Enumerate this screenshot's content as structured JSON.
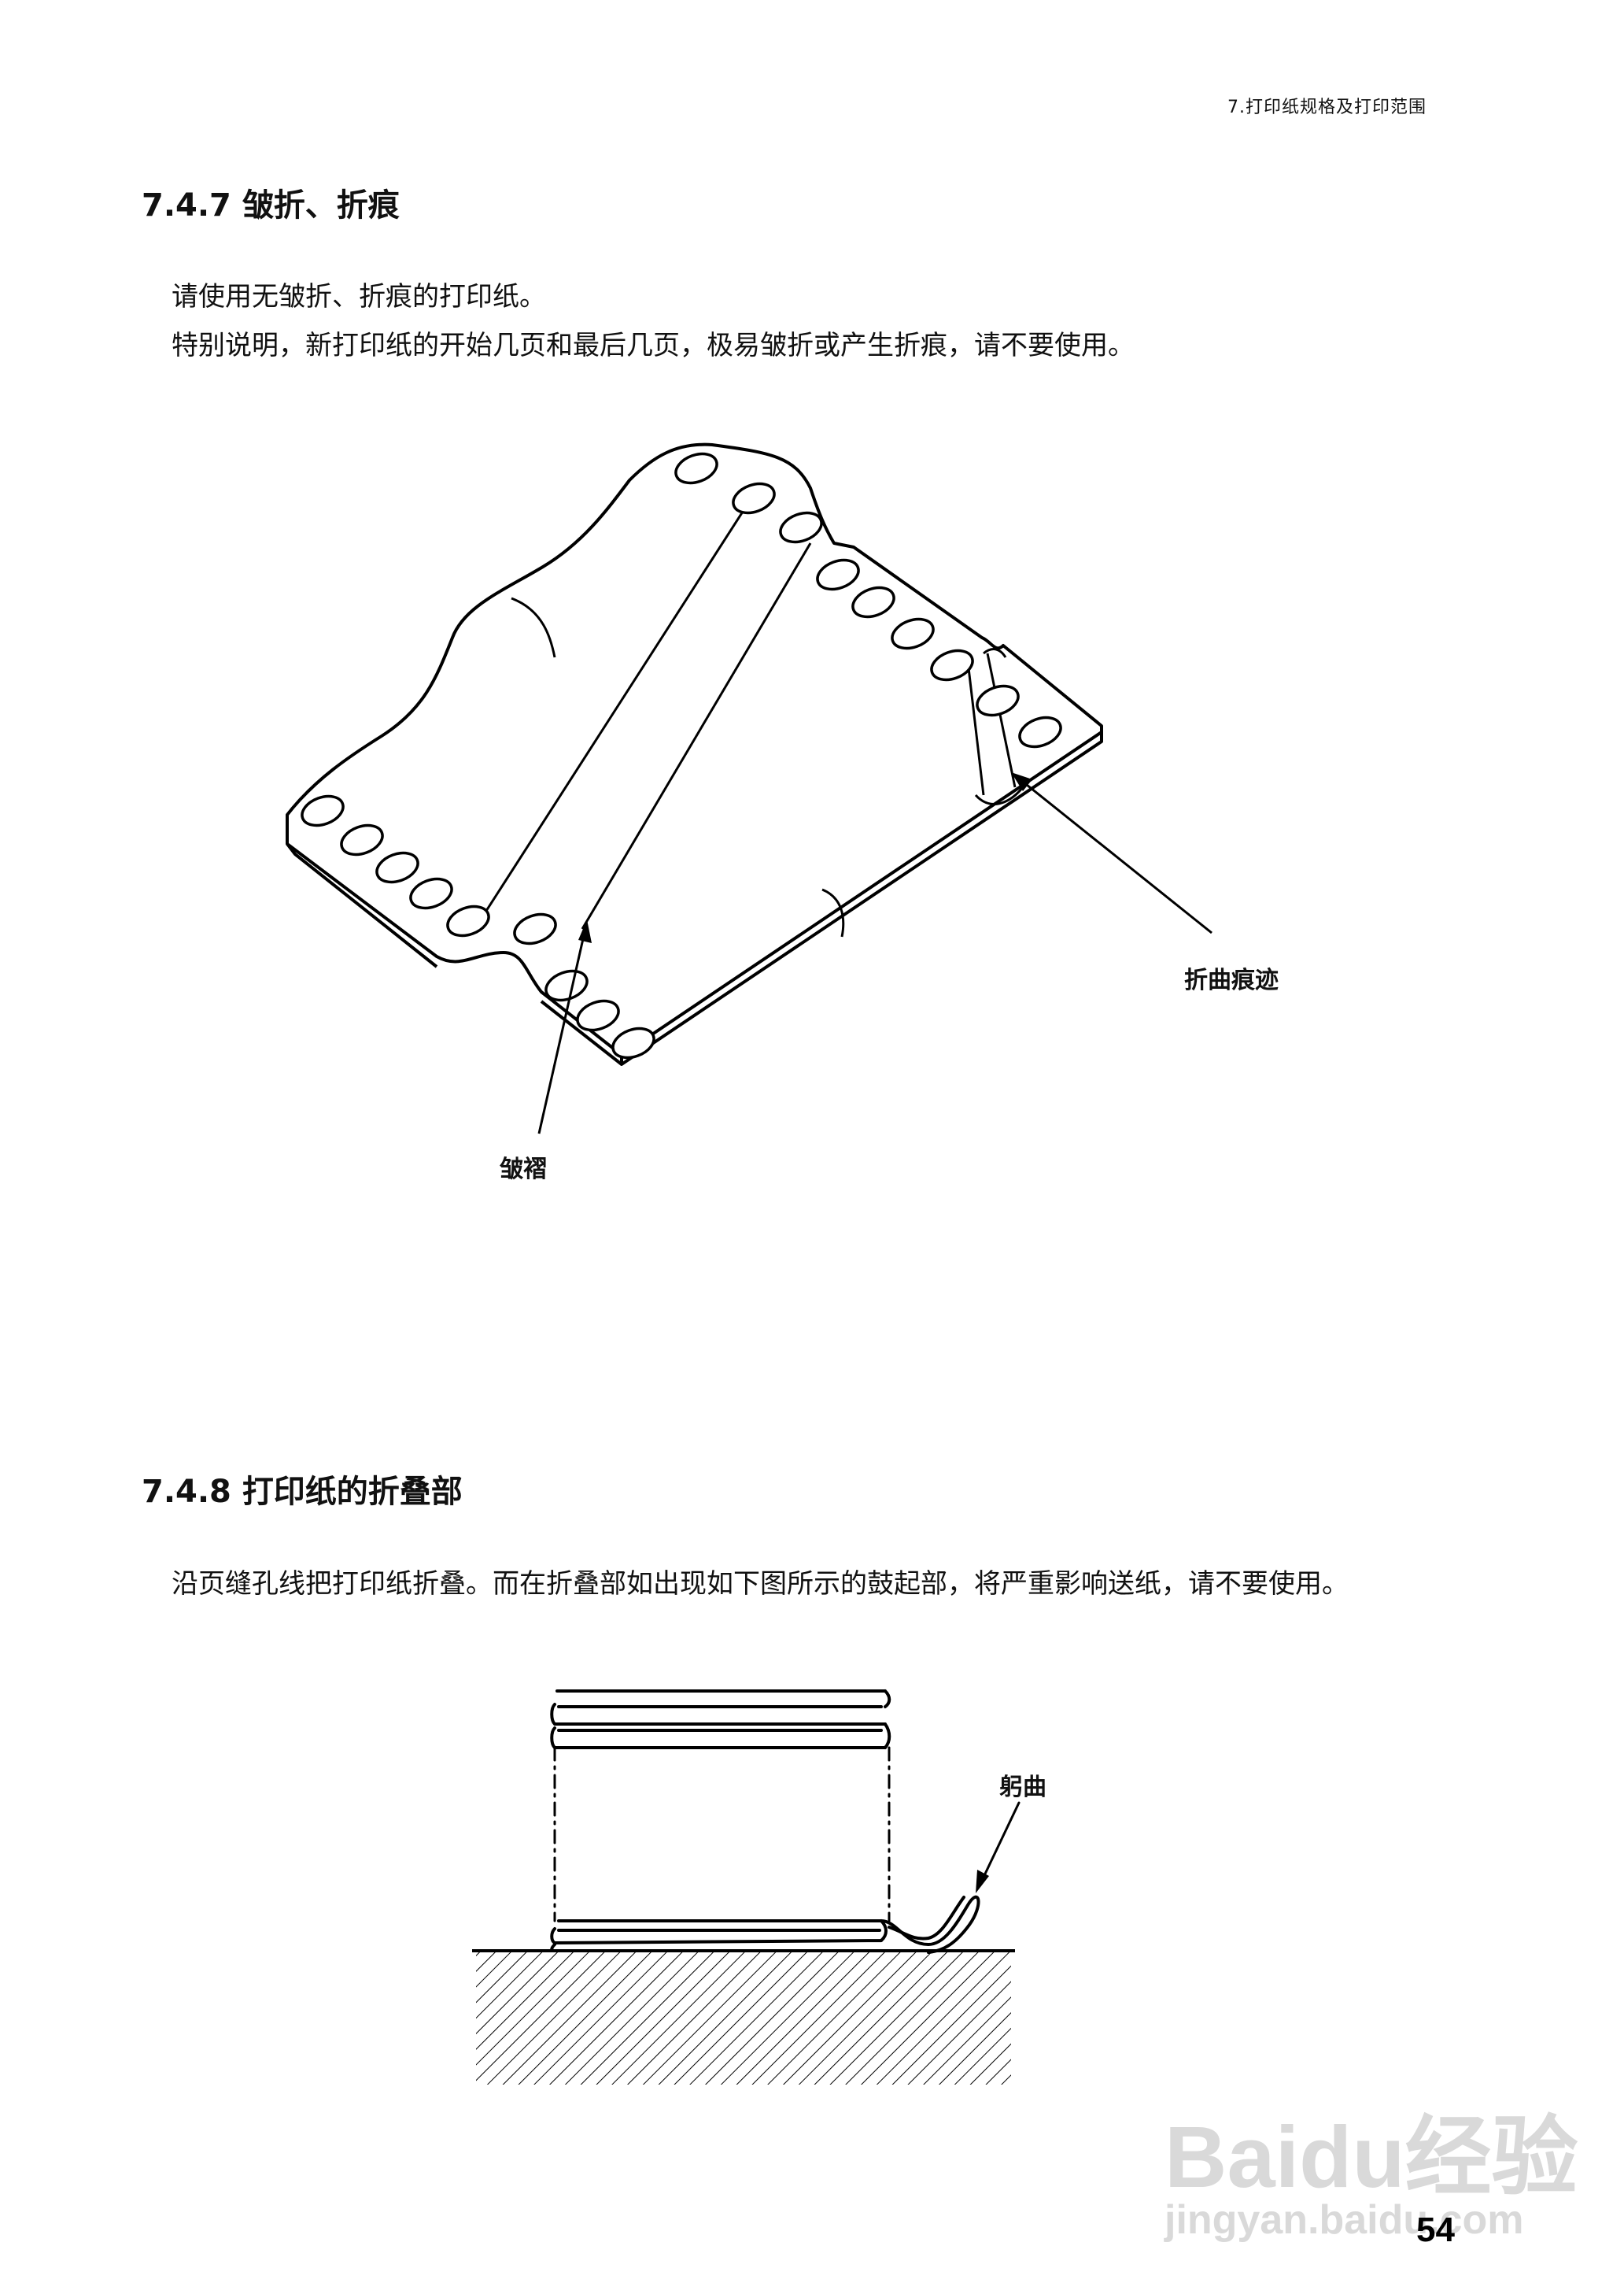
{
  "header": {
    "chapter": "7.打印纸规格及打印范围"
  },
  "section1": {
    "heading": "7.4.7 皱折、折痕",
    "paragraphs": [
      "请使用无皱折、折痕的打印纸。",
      "特别说明，新打印纸的开始几页和最后几页，极易皱折或产生折痕，请不要使用。"
    ],
    "figure": {
      "label_crease": "折曲痕迹",
      "label_wrinkle": "皱褶"
    }
  },
  "section2": {
    "heading": "7.4.8 打印纸的折叠部",
    "paragraphs": [
      "沿页缝孔线把打印纸折叠。而在折叠部如出现如下图所示的鼓起部，将严重影响送纸，请不要使用。"
    ],
    "figure": {
      "label_curl": "躬曲"
    }
  },
  "footer": {
    "page_number": "54"
  },
  "watermark": {
    "brand": "Baidu经验",
    "url": "jingyan.baidu.com"
  }
}
